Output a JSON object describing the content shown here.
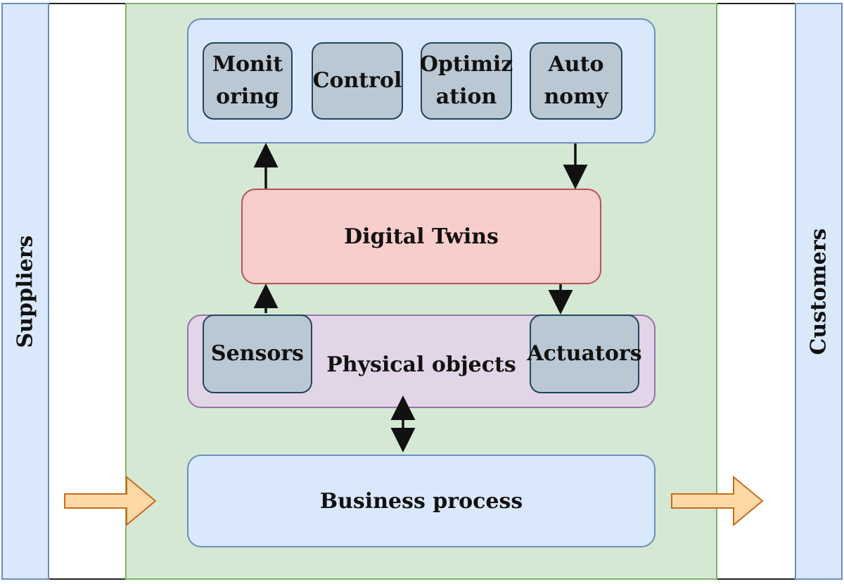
{
  "lanes": {
    "left_label": "Suppliers",
    "right_label": "Customers"
  },
  "capabilities": [
    {
      "label": "Monit\noring"
    },
    {
      "label": "Control"
    },
    {
      "label": "Optimiz\nation"
    },
    {
      "label": "Auto\nnomy"
    }
  ],
  "digital_twins": {
    "label": "Digital Twins"
  },
  "physical": {
    "label": "Physical objects",
    "sensors_label": "Sensors",
    "actuators_label": "Actuators"
  },
  "business_process": {
    "label": "Business process"
  },
  "colors": {
    "lane_fill": "#dae8fc",
    "panel_fill": "#d5e8d4",
    "twin_fill": "#f8cecc",
    "physical_fill": "#e1d5e7",
    "component_fill": "#bac8d3",
    "flow_arrow_fill": "#ffd8a8"
  }
}
